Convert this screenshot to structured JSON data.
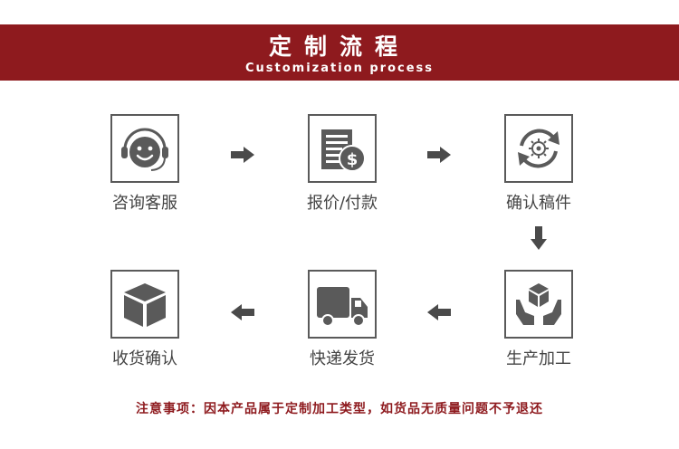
{
  "banner": {
    "title": "定制流程",
    "subtitle": "Customization process"
  },
  "steps": [
    {
      "label": "咨询客服",
      "icon": "customer-service-headset-icon"
    },
    {
      "label": "报价/付款",
      "icon": "price-document-dollar-icon"
    },
    {
      "label": "确认稿件",
      "icon": "gear-refresh-cycle-icon"
    },
    {
      "label": "生产加工",
      "icon": "hands-holding-box-icon"
    },
    {
      "label": "快递发货",
      "icon": "delivery-truck-icon"
    },
    {
      "label": "收货确认",
      "icon": "package-box-icon"
    }
  ],
  "note": "注意事项：因本产品属于定制加工类型，如货品无质量问题不予退还",
  "colors": {
    "accent": "#8e1a1e",
    "icon": "#5a5a5a"
  }
}
